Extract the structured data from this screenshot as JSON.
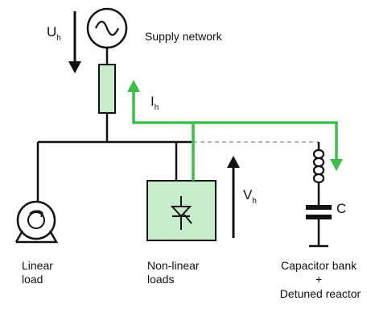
{
  "labels": {
    "supply_network": "Supply network",
    "linear_load": [
      "Linear",
      "load"
    ],
    "nonlinear_loads": [
      "Non-linear",
      "loads"
    ],
    "capacitor_bank": [
      "Capacitor bank",
      "+",
      "Detuned reactor"
    ],
    "capacitor": "C",
    "voltage_uh": {
      "main": "U",
      "sub": "h"
    },
    "current_ih": {
      "main": "I",
      "sub": "h"
    },
    "voltage_vh": {
      "main": "V",
      "sub": "h"
    }
  },
  "colors": {
    "line": "#111111",
    "harmonic_current": "#3dbd4a",
    "impedance_fill": "#c6ecc9",
    "nonlinear_fill": "#c6ecc9",
    "dashed": "#999999"
  },
  "icons": [
    "ac-source-icon",
    "motor-icon",
    "thyristor-icon",
    "inductor-icon",
    "capacitor-icon"
  ]
}
